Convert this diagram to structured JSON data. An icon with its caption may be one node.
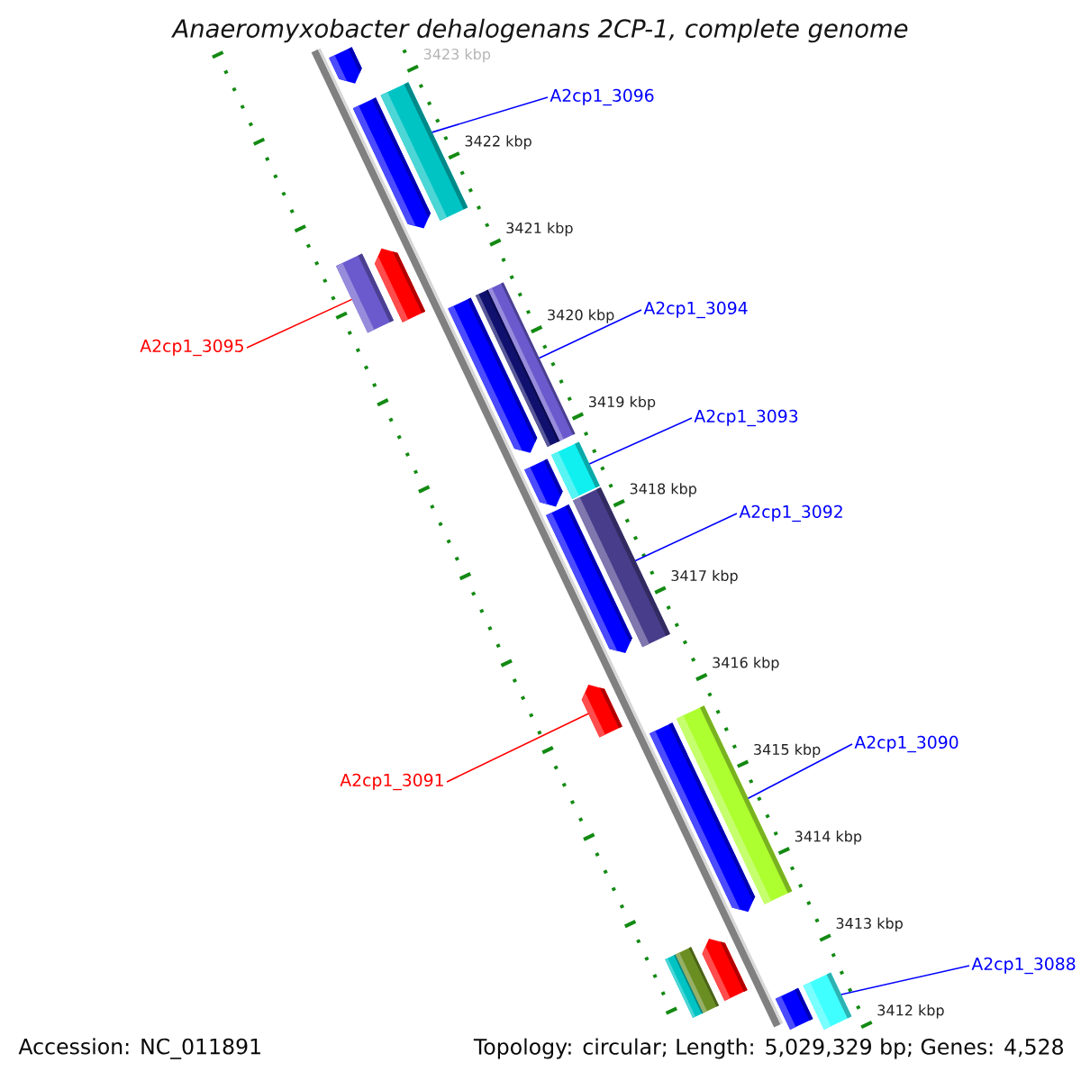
{
  "diagram": {
    "title": "Anaeromyxobacter dehalogenans 2CP-1, complete genome",
    "nodes": [
      {
        "text": [],
        "shape": "pentagon"
      },
      {
        "text": [
          "A2cp1_3096"
        ]
      },
      {
        "text": [],
        "shape": "pentagon"
      },
      {
        "text": [],
        "shape": "bar"
      },
      {
        "text": [],
        "shape": "bar"
      },
      {
        "text": [],
        "shape": "pentagon"
      },
      {
        "text": [
          "A2cp1_3094"
        ]
      },
      {
        "text": [
          "A2cp1_3095"
        ]
      },
      {
        "text": [],
        "shape": "pentagon"
      },
      {
        "text": [],
        "shape": "bar"
      },
      {
        "text": [
          "A2cp1_3093"
        ]
      },
      {
        "text": [
          "A2cp1_3092"
        ]
      },
      {
        "text": [],
        "shape": "pentagon"
      },
      {
        "text": [],
        "shape": "bar"
      },
      {
        "text": [],
        "shape": "pentagon"
      },
      {
        "text": [],
        "shape": "bar"
      },
      {
        "text": [],
        "shape": "pentagon"
      },
      {
        "text": [
          "A2cp1_3090"
        ]
      },
      {
        "text": [
          "A2cp1_3091"
        ]
      },
      {
        "text": [],
        "shape": "pentagon"
      },
      {
        "text": [],
        "shape": "bar"
      },
      {
        "text": [
          "A2cp1_3088"
        ]
      },
      {
        "text": [],
        "shape": "bar"
      },
      {
        "text": [],
        "shape": "pentagon"
      },
      {
        "text": [],
        "shape": "bar"
      },
      {
        "text": [],
        "shape": "bar"
      }
    ],
    "edges": [
      {
        "from": 1,
        "to": 3,
        "arrow": "none"
      },
      {
        "from": 6,
        "to": 9,
        "arrow": "none"
      },
      {
        "from": 7,
        "to": 4,
        "arrow": "none",
        "color": "#ff0000"
      },
      {
        "from": 10,
        "to": 13,
        "arrow": "none"
      },
      {
        "from": 11,
        "to": 15,
        "arrow": "none"
      },
      {
        "from": 17,
        "to": 20,
        "arrow": "none"
      },
      {
        "from": 18,
        "to": 16,
        "arrow": "none",
        "color": "#ff0000"
      },
      {
        "from": 21,
        "to": 25,
        "arrow": "none"
      }
    ],
    "labels": [
      "3423 kbp",
      "3422 kbp",
      "3421 kbp",
      "3420 kbp",
      "3419 kbp",
      "3418 kbp",
      "3417 kbp",
      "3416 kbp",
      "3415 kbp",
      "3414 kbp",
      "3413 kbp",
      "3412 kbp",
      "Accession: NC_011891",
      "Topology: circular; Length: 5,029,329 bp; Genes: 4,528"
    ]
  }
}
